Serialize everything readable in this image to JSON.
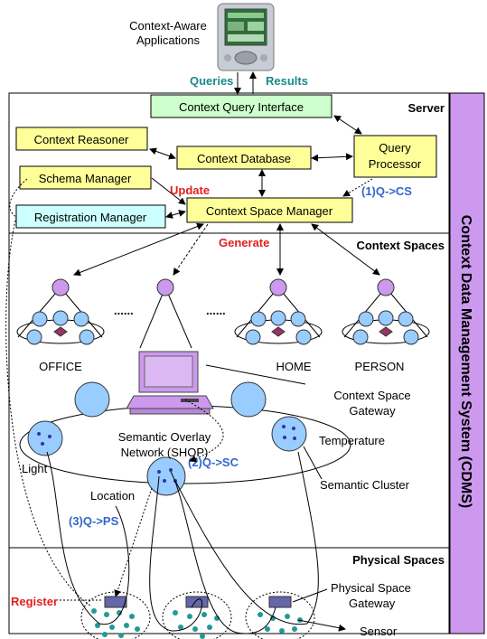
{
  "title": "Context Data Management System (CDMS)",
  "top": {
    "apps_label_line1": "Context-Aware",
    "apps_label_line2": "Applications",
    "queries": "Queries",
    "results": "Results"
  },
  "sections": {
    "server": "Server",
    "context_spaces": "Context Spaces",
    "physical_spaces": "Physical Spaces"
  },
  "server_boxes": {
    "query_interface": "Context Query Interface",
    "reasoner": "Context Reasoner",
    "database": "Context Database",
    "query_processor_line1": "Query",
    "query_processor_line2": "Processor",
    "schema_manager": "Schema Manager",
    "registration_manager": "Registration Manager",
    "space_manager": "Context Space Manager"
  },
  "annotations": {
    "update": "Update",
    "generate": "Generate",
    "register": "Register",
    "q_cs": "(1)Q->CS",
    "q_sc": "(2)Q->SC",
    "q_ps": "(3)Q->PS",
    "dots1": "......",
    "dots2": "......"
  },
  "context_space_labels": [
    "OFFICE",
    "HOME",
    "PERSON"
  ],
  "overlay": {
    "gateway_line1": "Context Space",
    "gateway_line2": "Gateway",
    "network_line1": "Semantic Overlay",
    "network_line2": "Network (SHOP)",
    "temperature": "Temperature",
    "light": "Light",
    "location": "Location",
    "semantic_cluster": "Semantic Cluster"
  },
  "physical": {
    "gateway_line1": "Physical Space",
    "gateway_line2": "Gateway",
    "sensor": "Sensor"
  },
  "colors": {
    "purple_band": "#cc99ee",
    "yellow_box": "#ffff99",
    "green_box": "#ccffcc",
    "cyan_box": "#ccffff",
    "node_blue": "#99ccff",
    "node_purple": "#cc99ee",
    "node_diamond": "#993366",
    "gateway_block": "#6666aa",
    "sensor_dot": "#229999"
  }
}
